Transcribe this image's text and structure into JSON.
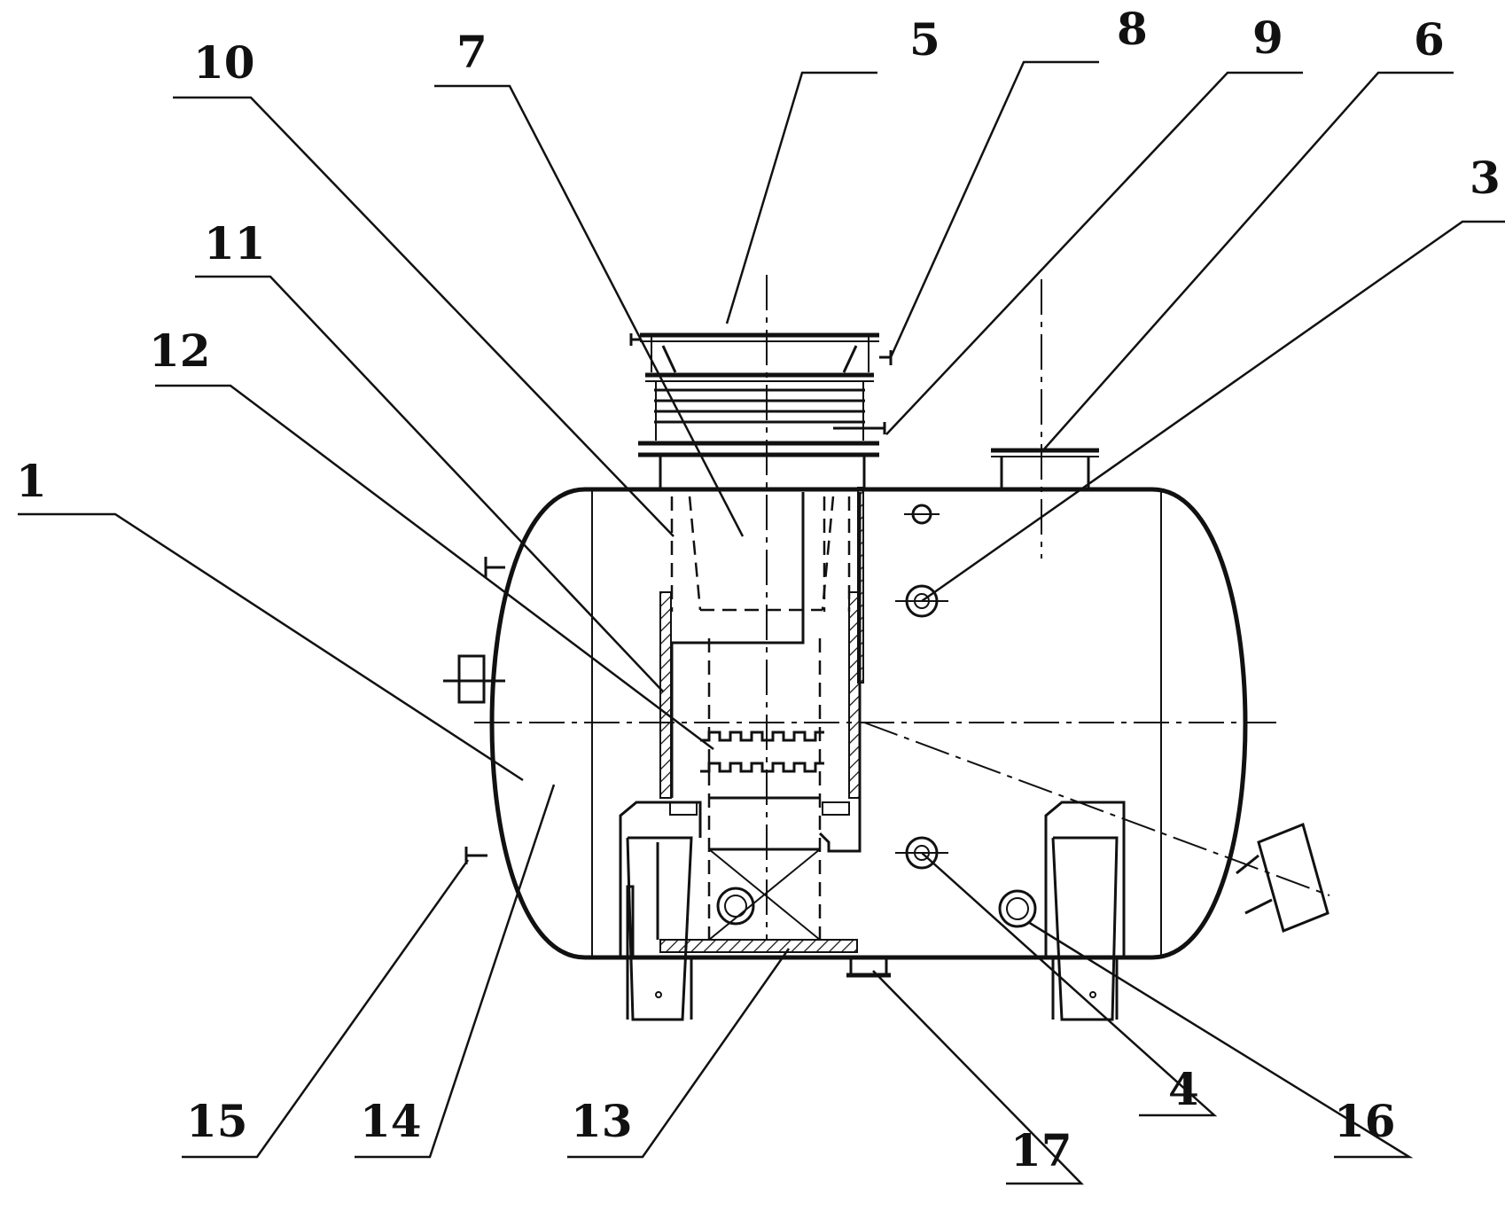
{
  "callouts": [
    {
      "label": "1"
    },
    {
      "label": "3"
    },
    {
      "label": "4"
    },
    {
      "label": "5"
    },
    {
      "label": "6"
    },
    {
      "label": "7"
    },
    {
      "label": "8"
    },
    {
      "label": "9"
    },
    {
      "label": "10"
    },
    {
      "label": "11"
    },
    {
      "label": "12"
    },
    {
      "label": "13"
    },
    {
      "label": "14"
    },
    {
      "label": "15"
    },
    {
      "label": "16"
    },
    {
      "label": "17"
    }
  ]
}
